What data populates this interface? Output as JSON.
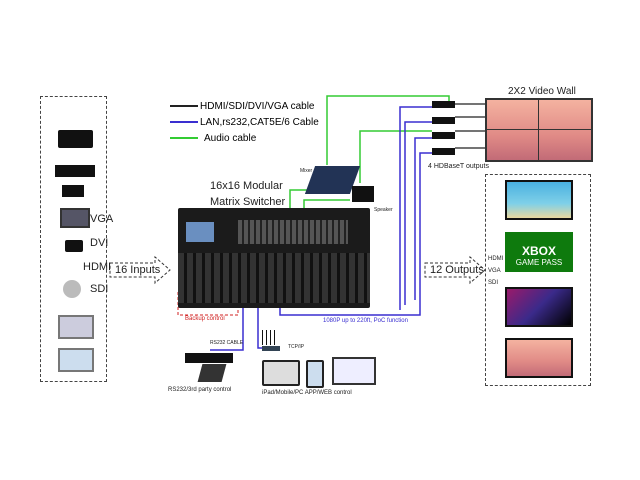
{
  "legend": [
    {
      "label": "HDMI/SDI/DVI/VGA cable",
      "color": "#222222"
    },
    {
      "label": "LAN,rs232,CAT5E/6 Cable",
      "color": "#3a2fd0"
    },
    {
      "label": "Audio cable",
      "color": "#33cc33"
    }
  ],
  "switcher_title_1": "16x16 Modular",
  "switcher_title_2": "Matrix Switcher",
  "inputs": {
    "label": "16 Inputs",
    "devices": [
      "VGA",
      "DVI",
      "HDMI",
      "SDI"
    ]
  },
  "outputs": {
    "label": "12 Outputs",
    "ports": [
      "HDMI",
      "VGA",
      "SDI"
    ]
  },
  "video_wall": "2X2 Video Wall",
  "hdbaset": "4 HDBaseT outputs",
  "mixer": "Mixer",
  "speaker": "Speaker",
  "backup": "Backup control",
  "poc": "1080P up to 220ft, PoC function",
  "rs232_cable": "RS232 CABLE",
  "tcpip": "TCP/IP",
  "rs232_control": "RS232/3rd party control",
  "app_control": "iPad/Mobile/PC APP/WEB control",
  "xbox": {
    "line1": "XBOX",
    "line2": "GAME PASS"
  },
  "colors": {
    "black": "#222222",
    "blue": "#3a2fd0",
    "green": "#33cc33",
    "backup": "#d02020"
  }
}
